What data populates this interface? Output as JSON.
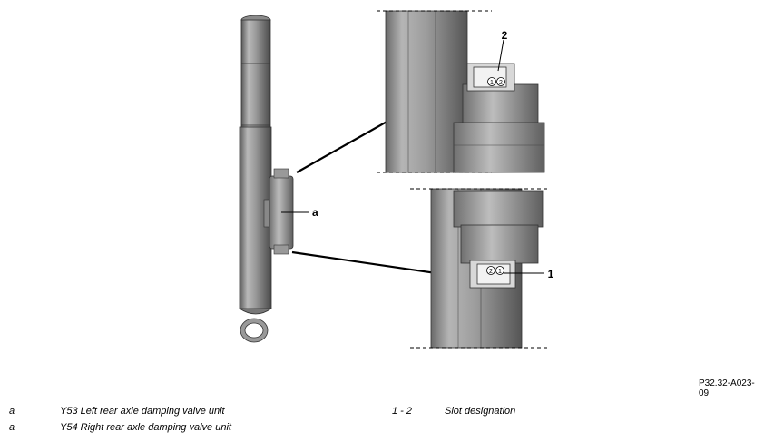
{
  "figure": {
    "code": "P32.32-A023-09",
    "labels": {
      "a": "a",
      "one": "1",
      "two": "2",
      "slot1": "1",
      "slot2": "2"
    }
  },
  "legend": {
    "left": [
      {
        "key": "a",
        "text": "Y53 Left rear axle damping valve unit"
      },
      {
        "key": "a",
        "text": "Y54 Right rear axle damping valve unit"
      }
    ],
    "right": [
      {
        "key": "1 - 2",
        "text": "Slot designation"
      }
    ]
  }
}
